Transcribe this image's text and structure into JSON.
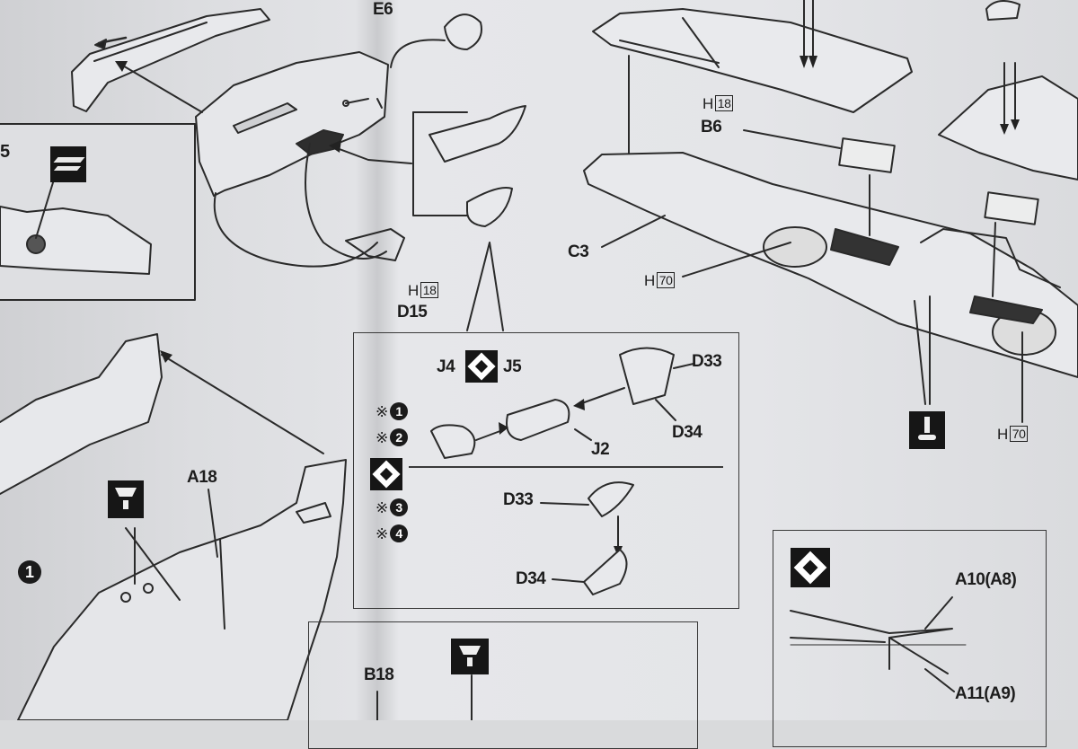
{
  "labels": {
    "e6": "E6",
    "step5": "5",
    "h18_top": {
      "prefix": "H",
      "num": "18"
    },
    "d15": "D15",
    "h18_right": {
      "prefix": "H",
      "num": "18"
    },
    "b6": "B6",
    "c3": "C3",
    "h70_left": {
      "prefix": "H",
      "num": "70"
    },
    "h70_right": {
      "prefix": "H",
      "num": "70"
    },
    "a18": "A18",
    "j4": "J4",
    "j5": "J5",
    "j2": "J2",
    "d33_a": "D33",
    "d34_a": "D34",
    "d33_b": "D33",
    "d34_b": "D34",
    "b18": "B18",
    "a10": "A10(A8)",
    "a11": "A11(A9)"
  },
  "refs": {
    "mark": "※",
    "r1": "1",
    "r2": "2",
    "r3": "3",
    "r4": "4"
  },
  "step_badge": "1",
  "icons": {
    "paint_icon": "camo-paint-icon",
    "option_icon": "option-choice-icon",
    "cement_icon": "cement-tube-icon",
    "drill_icon": "drill-hole-icon"
  }
}
